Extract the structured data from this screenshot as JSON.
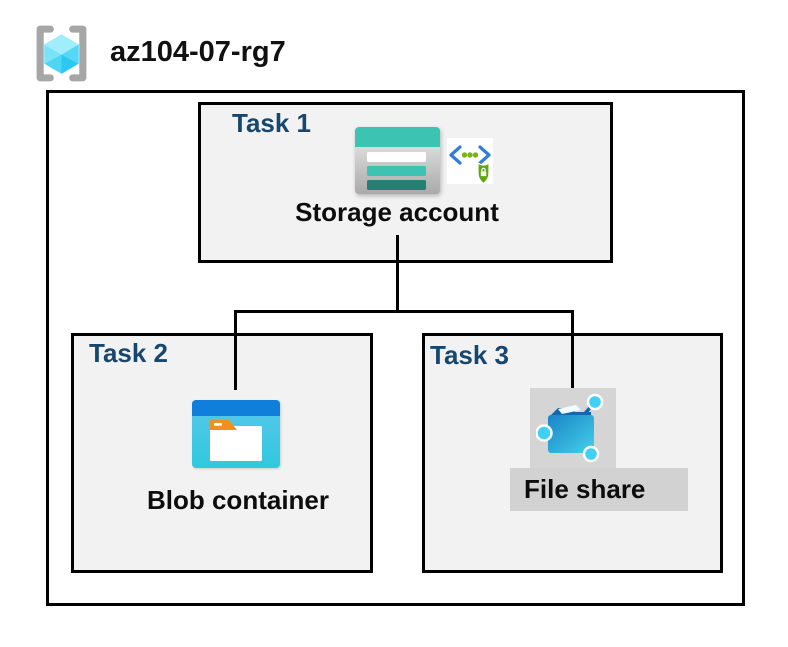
{
  "resource_group": {
    "name": "az104-07-rg7",
    "icon": "resource-group-icon"
  },
  "tasks": [
    {
      "label": "Task 1",
      "resource": "Storage account",
      "icons": [
        "storage-account-icon",
        "sas-security-icon"
      ]
    },
    {
      "label": "Task 2",
      "resource": "Blob container",
      "icons": [
        "blob-container-icon"
      ]
    },
    {
      "label": "Task 3",
      "resource": "File share",
      "icons": [
        "file-share-icon"
      ]
    }
  ],
  "connections": [
    {
      "from": "Storage account",
      "to": "Blob container"
    },
    {
      "from": "Storage account",
      "to": "File share"
    }
  ],
  "colors": {
    "task_label_blue": "#17466e",
    "box_fill": "#f2f2f2",
    "border_black": "#000000",
    "storage_teal": "#3cc3b2",
    "storage_dark_teal": "#267f73",
    "blob_bar_blue": "#0f7fdb",
    "blob_body_cyan": "#3ac8e0",
    "file_folder_blue": "#1d93cf",
    "file_node_cyan": "#3fd0f4",
    "sas_green": "#61a810",
    "sas_chevron_blue": "#2f7fd8",
    "gray_label_bg": "#d2d2d2"
  }
}
